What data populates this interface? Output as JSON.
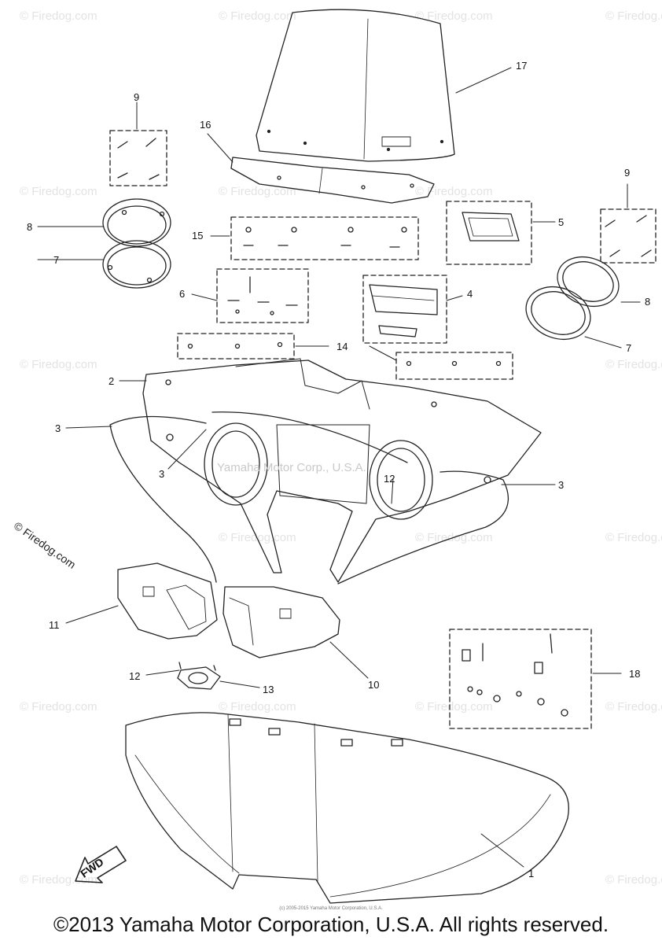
{
  "watermark": "© Firedog.com",
  "center_watermark": "Yamaha Motor Corp., U.S.A.",
  "direction_marker": "FWD",
  "fine_print": "(c) 2005-2015 Yamaha Motor Corporation, U.S.A.",
  "copyright": "©2013 Yamaha Motor Corporation, U.S.A. All rights reserved.",
  "callouts": [
    "17",
    "16",
    "9",
    "8",
    "7",
    "15",
    "5",
    "6",
    "4",
    "9",
    "8",
    "7",
    "14",
    "2",
    "3",
    "3",
    "12",
    "3",
    "11",
    "10",
    "12",
    "13",
    "18",
    "1"
  ]
}
